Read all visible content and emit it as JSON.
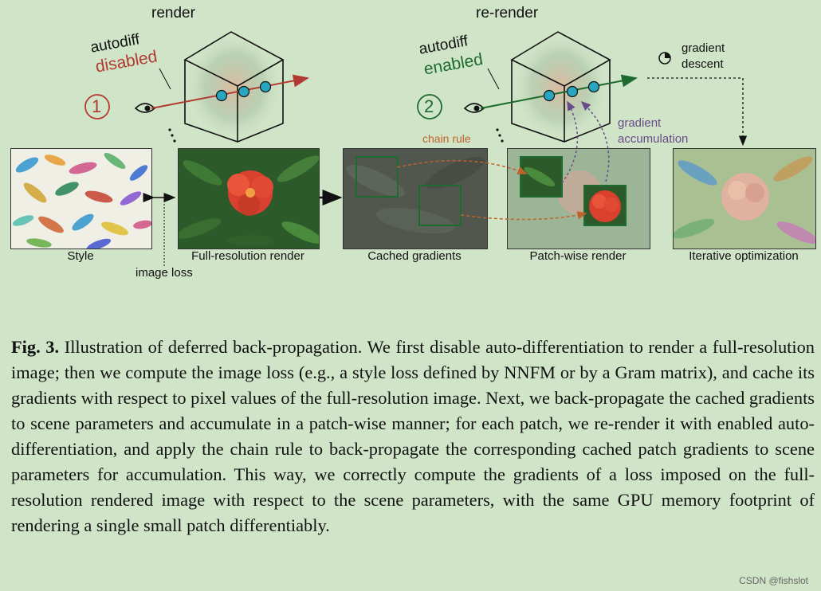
{
  "figure": {
    "render_title": "render",
    "rerender_title": "re-render",
    "left_autodiff": "autodiff",
    "left_autodiff_state": "disabled",
    "right_autodiff": "autodiff",
    "right_autodiff_state": "enabled",
    "step1": "1",
    "step2": "2",
    "gradient_descent_line1": "gradient",
    "gradient_descent_line2": "descent",
    "chain_rule": "chain rule",
    "gradient_accum_line1": "gradient",
    "gradient_accum_line2": "accumulation",
    "image_loss": "image loss",
    "panels": [
      {
        "label": "Style"
      },
      {
        "label": "Full-resolution render"
      },
      {
        "label": "Cached gradients"
      },
      {
        "label": "Patch-wise render"
      },
      {
        "label": "Iterative optimization"
      }
    ],
    "colors": {
      "disabled": "#b23a32",
      "enabled": "#1d6b2e",
      "chain_rule": "#c0622a",
      "accumulation": "#6a4a8a"
    }
  },
  "caption": {
    "label": "Fig. 3.",
    "text": "Illustration of deferred back-propagation. We first disable auto-differentiation to render a full-resolution image; then we compute the image loss (e.g., a style loss defined by NNFM or by a Gram matrix), and cache its gradients with respect to pixel values of the full-resolution image. Next, we back-propagate the cached gradients to scene parameters and accumulate in a patch-wise manner; for each patch, we re-render it with enabled auto-differentiation, and apply the chain rule to back-propagate the corresponding cached patch gradients to scene parameters for accumulation. This way, we correctly compute the gradients of a loss imposed on the full-resolution rendered image with respect to the scene parameters, with the same GPU memory footprint of rendering a single small patch differentiably."
  },
  "watermark": "CSDN @fishslot"
}
